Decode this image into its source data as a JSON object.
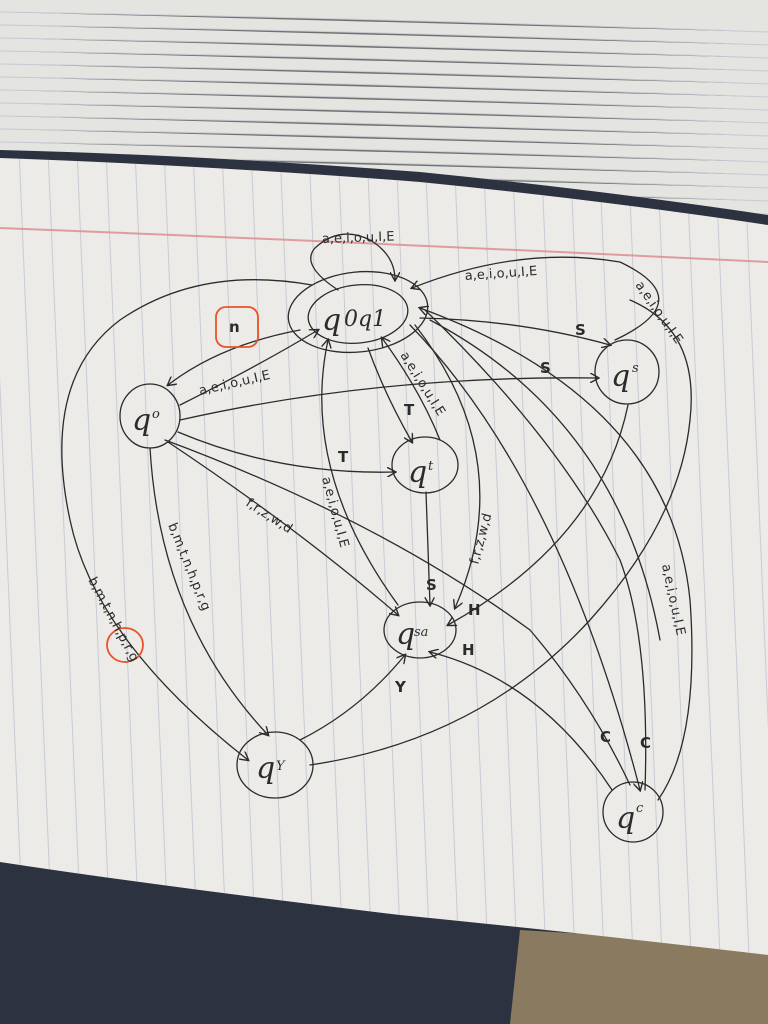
{
  "colors": {
    "ink": "#2b2b2b",
    "paper": "#ecebe8",
    "rule": "#a9b2c2",
    "margin_rule": "#d98a8a",
    "highlight": "#e8532a"
  },
  "states": [
    {
      "id": "q0q1",
      "main": "q",
      "sub": "0q1",
      "accepting": true
    },
    {
      "id": "q0",
      "main": "q",
      "sub": "o",
      "accepting": false
    },
    {
      "id": "qs",
      "main": "q",
      "sub": "s",
      "accepting": false
    },
    {
      "id": "qt",
      "main": "q",
      "sub": "t",
      "accepting": false
    },
    {
      "id": "qsa",
      "main": "q",
      "sub": "sa",
      "accepting": false
    },
    {
      "id": "qy",
      "main": "q",
      "sub": "Y",
      "accepting": false
    },
    {
      "id": "qc",
      "main": "q",
      "sub": "c",
      "accepting": false
    }
  ],
  "edges": [
    {
      "id": "loop-q0q1",
      "label": "a,e,i,o,u,I,E"
    },
    {
      "id": "q0q1-q0",
      "label": "n"
    },
    {
      "id": "q0-q0q1",
      "label": "a,e,i,o,u,I,E"
    },
    {
      "id": "q0q1-qs",
      "label": "S"
    },
    {
      "id": "qs-q0q1",
      "label": "a,e,i,o,u,I,E"
    },
    {
      "id": "q0-qs",
      "label": "S"
    },
    {
      "id": "q0q1-qt",
      "label": "T"
    },
    {
      "id": "qt-q0q1",
      "label": "a,e,i,o,u,I,E"
    },
    {
      "id": "q0-qt",
      "label": "T"
    },
    {
      "id": "qt-qsa",
      "label": "S"
    },
    {
      "id": "q0q1-qsa",
      "label": "f,r,z,w,d"
    },
    {
      "id": "q0-qsa",
      "label": "f,r,z,w,d"
    },
    {
      "id": "qsa-q0q1",
      "label": "a,e,i,o,u,I,E"
    },
    {
      "id": "qs-qsa",
      "label": "H"
    },
    {
      "id": "qc-qsa",
      "label": "H"
    },
    {
      "id": "qy-qsa",
      "label": "Y"
    },
    {
      "id": "q0-qy",
      "label": "b,m,t,n,h,p,r,g"
    },
    {
      "id": "q0q1-qy",
      "label": "b,m,t,n,h,p,r,g"
    },
    {
      "id": "q0q1-qc",
      "label": "C"
    },
    {
      "id": "q0-qc",
      "label": "C"
    },
    {
      "id": "qc-q0q1",
      "label": "a,e,i,o,u,I,E"
    }
  ],
  "highlights": [
    {
      "id": "n-box",
      "label": "n"
    },
    {
      "id": "n-circle",
      "label": "n"
    }
  ]
}
